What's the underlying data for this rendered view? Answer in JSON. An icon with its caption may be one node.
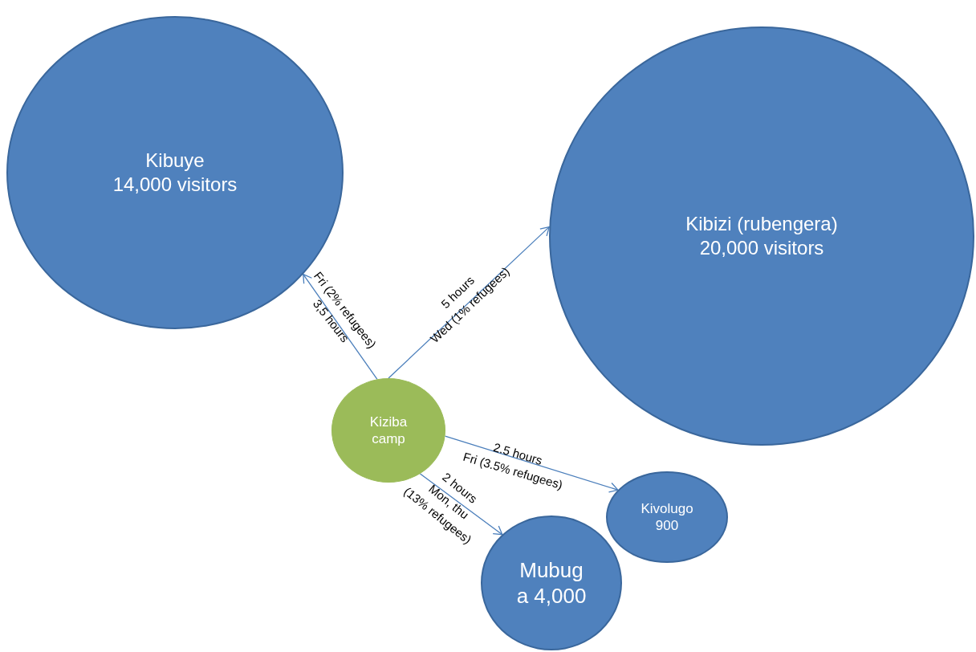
{
  "diagram": {
    "nodes": [
      {
        "text": [
          "Kibuye",
          "14,000 visitors"
        ]
      },
      {
        "text": [
          "Kibizi (rubengera)",
          "20,000 visitors"
        ]
      },
      {
        "text": [
          "Kiziba camp"
        ]
      },
      {
        "text": [
          "Kivolugo",
          "900"
        ]
      },
      {
        "text": [
          "Mubug a 4,000"
        ]
      }
    ],
    "edges": [
      {
        "from": 2,
        "to": 0,
        "arrow": "to",
        "label": "Fri (2% refugees) 3,5 hours"
      },
      {
        "from": 2,
        "to": 1,
        "arrow": "to",
        "label": "5 hours Wed (1% refugees)"
      },
      {
        "from": 2,
        "to": 3,
        "arrow": "to",
        "label": "2.5 hours Fri (3.5% refugees)"
      },
      {
        "from": 2,
        "to": 4,
        "arrow": "to",
        "label": "2 hours Mon, thu (13% refugees)"
      }
    ]
  }
}
